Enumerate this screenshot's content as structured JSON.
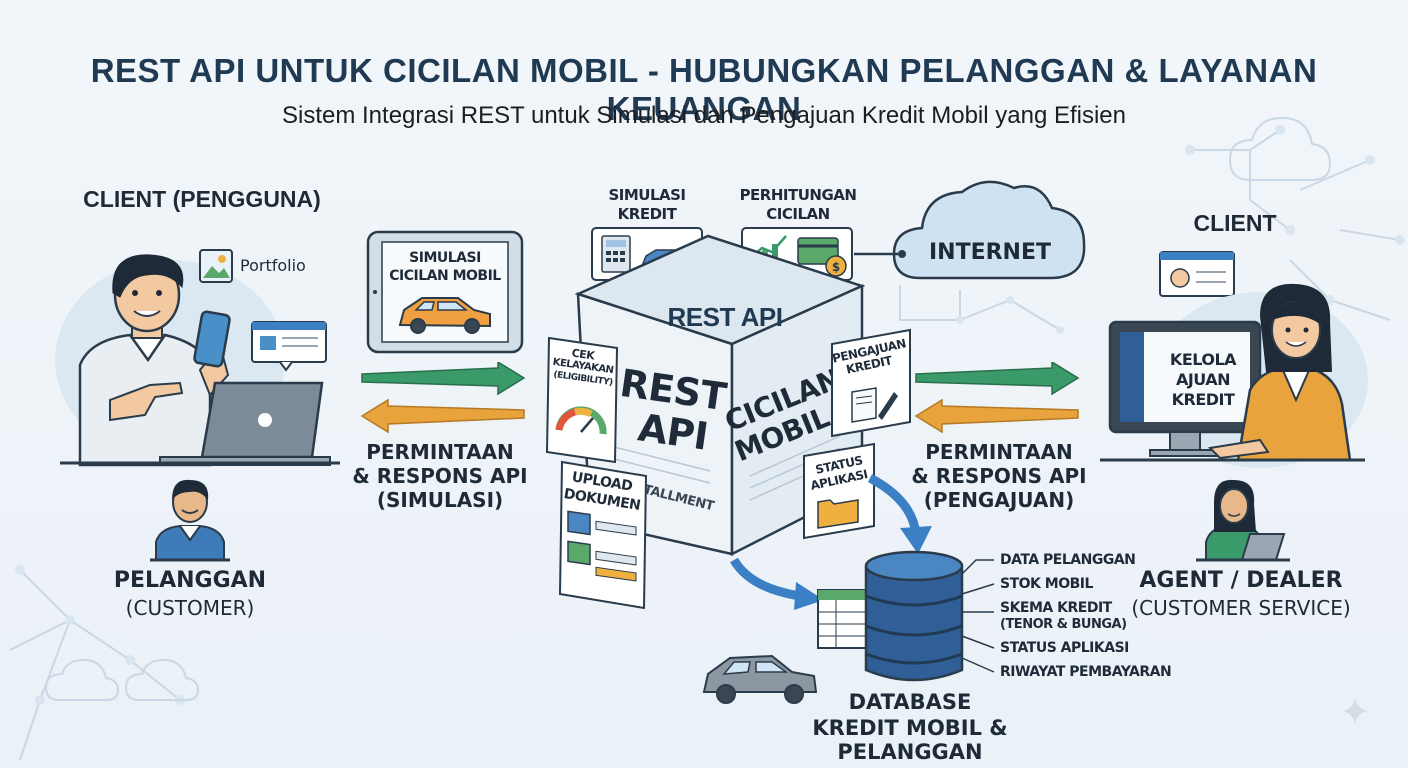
{
  "header": {
    "title": "REST API UNTUK CICILAN MOBIL - HUBUNGKAN PELANGGAN & LAYANAN KEUANGAN",
    "subtitle": "Sistem Integrasi REST untuk Simulasi dan Pengajuan Kredit Mobil yang Efisien"
  },
  "left": {
    "client_title": "CLIENT (PENGGUNA)",
    "portfolio_label": "Portfolio",
    "customer_title": "PELANGGAN",
    "customer_sub": "(CUSTOMER)"
  },
  "tablet": {
    "line1": "SIMULASI",
    "line2": "CICILAN MOBIL"
  },
  "left_flow": {
    "line1": "PERMINTAAN",
    "line2": "& RESPONS API",
    "line3": "(SIMULASI)"
  },
  "center": {
    "sim_kredit_1": "SIMULASI",
    "sim_kredit_2": "KREDIT",
    "perhitungan_1": "PERHITUNGAN",
    "perhitungan_2": "CICILAN",
    "top_face": "REST API",
    "left_face_1": "REST",
    "left_face_2": "API",
    "left_face_3": "INSTALLMENT",
    "right_face_1": "CICILAN",
    "right_face_2": "MOBIL",
    "cek_1": "CEK",
    "cek_2": "KELAYAKAN",
    "cek_3": "(ELIGIBILITY)",
    "upload_1": "UPLOAD",
    "upload_2": "DOKUMEN",
    "pengajuan_1": "PENGAJUAN",
    "pengajuan_2": "KREDIT",
    "status_1": "STATUS",
    "status_2": "APLIKASI"
  },
  "internet_label": "INTERNET",
  "right": {
    "client_title": "CLIENT",
    "monitor_1": "KELOLA",
    "monitor_2": "AJUAN",
    "monitor_3": "KREDIT",
    "agent_title": "AGENT / DEALER",
    "agent_sub": "(CUSTOMER SERVICE)"
  },
  "right_flow": {
    "line1": "PERMINTAAN",
    "line2": "& RESPONS API",
    "line3": "(PENGAJUAN)"
  },
  "database": {
    "title": "DATABASE",
    "subtitle": "KREDIT MOBIL & PELANGGAN",
    "items": [
      "DATA PELANGGAN",
      "STOK MOBIL",
      "SKEMA KREDIT",
      "(TENOR & BUNGA)",
      "STATUS APLIKASI",
      "RIWAYAT PEMBAYARAN"
    ]
  },
  "colors": {
    "navy": "#1f3a52",
    "green_arrow": "#3a9a6a",
    "orange_arrow": "#e8a33c",
    "blue_arrow": "#3b7fc4",
    "db_blue": "#2f5f96",
    "car_orange": "#f0a040"
  }
}
